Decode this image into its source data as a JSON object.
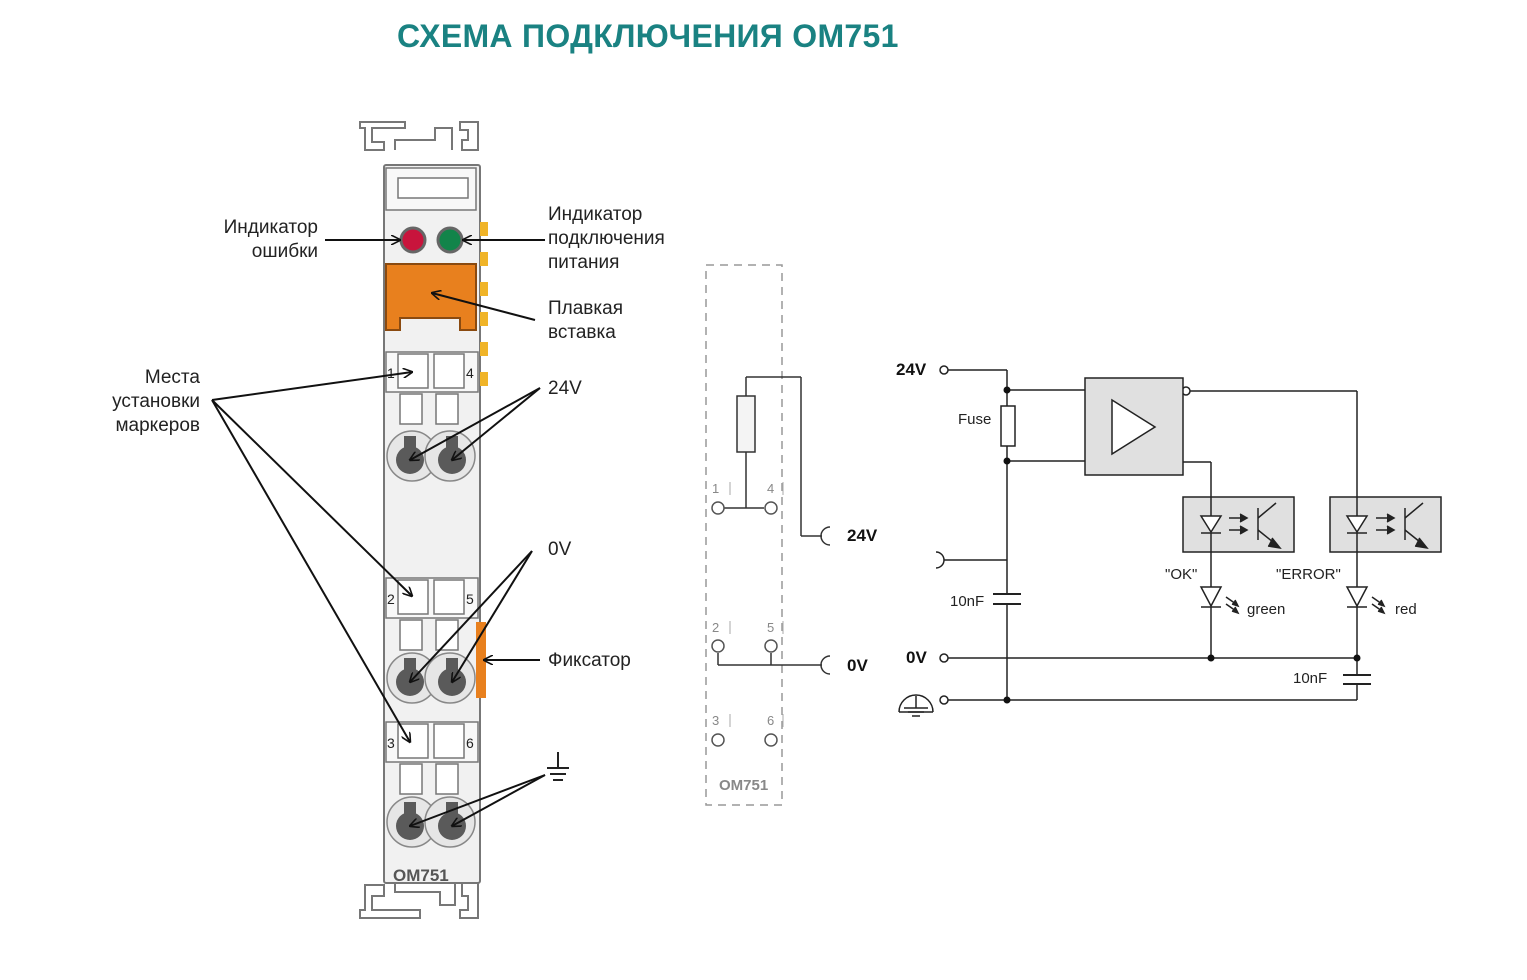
{
  "title": "СХЕМА ПОДКЛЮЧЕНИЯ OM751",
  "module": {
    "label": "OM751",
    "callouts": {
      "error_indicator": [
        "Индикатор",
        "ошибки"
      ],
      "power_indicator": [
        "Индикатор",
        "подключения",
        "питания"
      ],
      "fuse_insert": [
        "Плавкая",
        "вставка"
      ],
      "marker_places": [
        "Места",
        "установки",
        "маркеров"
      ],
      "v24": "24V",
      "v0": "0V",
      "latch": "Фиксатор"
    },
    "terminal_numbers": [
      "1",
      "4",
      "2",
      "5",
      "3",
      "6"
    ]
  },
  "wiring": {
    "label": "OM751",
    "pins": [
      "1",
      "4",
      "2",
      "5",
      "3",
      "6"
    ],
    "v24": "24V",
    "v0": "0V"
  },
  "circuit": {
    "v24": "24V",
    "v0": "0V",
    "fuse": "Fuse",
    "cap1": "10nF",
    "cap2": "10nF",
    "ok": "\"OK\"",
    "error": "\"ERROR\"",
    "green": "green",
    "red": "red"
  },
  "colors": {
    "title": "#1a8282",
    "orange": "#e8801e",
    "led_red": "#c8143c",
    "led_green": "#12844a",
    "terminal_led": "#f0b428",
    "box_fill": "#e0e0e0"
  },
  "icons": [
    "ground-icon",
    "earth-icon",
    "triangle-amplifier-icon",
    "diode-icon",
    "phototransistor-icon"
  ]
}
